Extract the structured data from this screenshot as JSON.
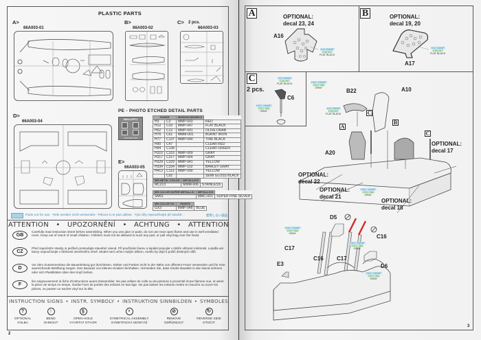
{
  "left_page": {
    "page_number": "2",
    "plastic_parts_title": "PLASTIC PARTS",
    "sprues": [
      {
        "letter": "A>",
        "code": "66A003-01"
      },
      {
        "letter": "B>",
        "code": "66A003-02"
      },
      {
        "letter": "C>",
        "qty": "2 pcs.",
        "code": "66A003-03"
      },
      {
        "letter": "D>",
        "code": "66A003-04"
      },
      {
        "letter": "E>",
        "code": "66A003-05"
      }
    ],
    "pe_title": "PE - PHOTO ETCHED DETAIL PARTS",
    "pe_fret_code": "8464-LEPT1",
    "pe_fret_copyright": "© EDUARD 2018",
    "paint_table": {
      "headers": [
        "GUNZE",
        "MISSION MODELS"
      ],
      "rows": [
        [
          "H3",
          "C3",
          "MMP-003",
          "RED"
        ],
        [
          "H12",
          "C33",
          "MMP-047",
          "FLAT BLACK"
        ],
        [
          "H52",
          "C12",
          "MMP-091",
          "OLIVE DRAB"
        ],
        [
          "H76",
          "C61",
          "MMM-001",
          "BURNT IRON"
        ],
        [
          "H77",
          "C137",
          "MMP-040",
          "TIRE BLACK"
        ],
        [
          "H90",
          "C47",
          "",
          "CLEAR RED"
        ],
        [
          "H94",
          "C138",
          "",
          "CLEAR GREEN"
        ],
        [
          "H315",
          "C315",
          "MMP-069",
          "GRAY"
        ],
        [
          "H317",
          "C317",
          "MMP-064",
          "GRAY"
        ],
        [
          "H329",
          "C329",
          "MMP-041",
          "YELLOW"
        ],
        [
          "H334",
          "C334",
          "MMP-102",
          "BARLEY GRAY"
        ],
        [
          "H413",
          "C113",
          "MMP-090",
          "YELLOW"
        ],
        [
          "",
          "C92",
          "",
          "SEMI GLOSS BLACK"
        ]
      ]
    },
    "metallic_table": {
      "headers": [
        "MR.METAL COLOR",
        "METALLICS"
      ],
      "row": [
        "MC213",
        "MMM-006",
        "STAINLESS"
      ]
    },
    "mr_color_super_table": {
      "headers": [
        "MR.COLOR SUPER METALLIC",
        "METALLICS"
      ],
      "row": [
        "SM01",
        "MMC-001",
        "SUPER FINE SILVER"
      ]
    },
    "mr_color_gx_table": {
      "headers": [
        "MR.COLOR GX",
        "PAINTS"
      ],
      "row": [
        "GX3",
        "MMP-048",
        "BLUE"
      ]
    },
    "not_for_use_note": "Parts not for use. -Teile werden nicht verwendet. -Pièces à ne pas utiliser. -Tyto díly nepoužívejte při stavbě. -",
    "not_for_use_note_jp": "使用しない部品",
    "not_for_use_color": "#a9d4e6",
    "attention_header": [
      "ATTENTION",
      "•",
      "UPOZORNĚNÍ",
      "•",
      "ACHTUNG",
      "•",
      "ATTENTION"
    ],
    "warnings": [
      {
        "lang": "GB",
        "text": "Carefully read instruction sheet before assembling. When you use glue or paint, do not use near open flame and use in well ventilated room. Keep out of reach of small children. Children must not be allowed to suck any part, or pull vinyl bag over the head."
      },
      {
        "lang": "CZ",
        "text": "Před započetím stavby si pečlivě prostudujte stavební návod. Při používání barev a lepidel pracujte v dobře větrané místnosti. Lepidla ani barvy nepoužívejte v blízkosti otevřeného ohně. Model není určen malým dětem, mohlo by dojít k požití drobných dílů."
      },
      {
        "lang": "D",
        "text": "Vor dem Zusammenbau die Bauanleitung gut durchlesen. Kleber und Farben nicht in der Nähe von offenem Feuer verwenden und für eine ausreichende Belüftung sorgen. Den Bausatz von kleinen Kindern fernhalten. Vermeiden Sie, dass Kinder Bauteile in den Mund nehmen oder sich Plastiktüten über den Kopf ziehen."
      },
      {
        "lang": "F",
        "text": "lire soigneusement la fiche d'instructions avant d'assembler. Ne pas utiliser de colle ou de peinture à proximité d'une flamme nue, et aérer la pièce de temps en temps. Garder hors de portée des enfants en bas âge. Ne pas laisser les enfants mettre en bouche ou sucer les pièces, ou passer un sachet vinyl sur la tête."
      }
    ],
    "signs_header": [
      "INSTRUCTION SIGNS",
      "•",
      "INSTR. SYMBOLY",
      "•",
      "INSTRUKTION SINNBILDEN",
      "•",
      "SYMBOLES"
    ],
    "signs": [
      {
        "icon": "question-icon",
        "glyph": "?",
        "line1": "OPTIONAL",
        "line2": "VOLBA"
      },
      {
        "icon": "bend-icon",
        "glyph": "↑",
        "line1": "BEND",
        "line2": "OHNOUT"
      },
      {
        "icon": "open-hole-icon",
        "glyph": "§",
        "line1": "OPEN HOLE",
        "line2": "VYVRTAT OTVOR"
      },
      {
        "icon": "symmetrical-icon",
        "glyph": "•",
        "line1": "SYMETRICAL ASSEMBLY",
        "line2": "SYMETRICKÁ MONTÁŽ"
      },
      {
        "icon": "remove-icon",
        "glyph": "⊘",
        "line1": "REMOVE",
        "line2": "ODŘÍZNOUT"
      },
      {
        "icon": "reverse-side-icon",
        "glyph": "↻",
        "line1": "REVERSE SIDE",
        "line2": "OTOČIT"
      }
    ]
  },
  "right_page": {
    "page_number": "3",
    "step_a": {
      "box": "A",
      "optional": "OPTIONAL:",
      "decal": "decal 23, 24",
      "part": "A16",
      "paint": {
        "top": "H12  SMMP",
        "mid": "C33  047",
        "bottom": "FLAT BLACK"
      }
    },
    "step_b": {
      "box": "B",
      "optional": "OPTIONAL:",
      "decal": "decal 19, 20",
      "part": "A17",
      "paint": {
        "top": "H12  SMMP",
        "mid": "C33  047",
        "bottom": "FLAT BLACK"
      }
    },
    "step_c": {
      "box": "C",
      "qty": "2 pcs.",
      "part": "C6",
      "paint_top": {
        "top": "H12  SMMP",
        "mid": "C33  047",
        "bottom": "FLAT BLACK"
      },
      "paint_bottom": {
        "top": "H317 SMMP",
        "mid": "C317 064",
        "bottom": "GRAY"
      }
    },
    "main": {
      "parts": [
        "B22",
        "A10",
        "A20",
        "D5",
        "C16",
        "C17",
        "C16",
        "C17",
        "E3",
        "D6"
      ],
      "sub_refs": [
        "A",
        "C",
        "B",
        "C"
      ],
      "optional_17": {
        "label": "OPTIONAL:",
        "decal": "decal 17"
      },
      "optional_22": {
        "label": "OPTIONAL:",
        "decal": "decal 22"
      },
      "optional_21": {
        "label": "OPTIONAL:",
        "decal": "decal 21"
      },
      "optional_18": {
        "label": "OPTIONAL:",
        "decal": "decal 18"
      },
      "paint_gray": {
        "top": "H317 SMMP",
        "mid": "C317 064",
        "bottom": "GRAY"
      },
      "paint_flat_black": {
        "top": "H12  SMMP",
        "mid": "C33  047",
        "bottom": "FLAT BLACK"
      },
      "accent_red": "#d42a2a"
    }
  }
}
